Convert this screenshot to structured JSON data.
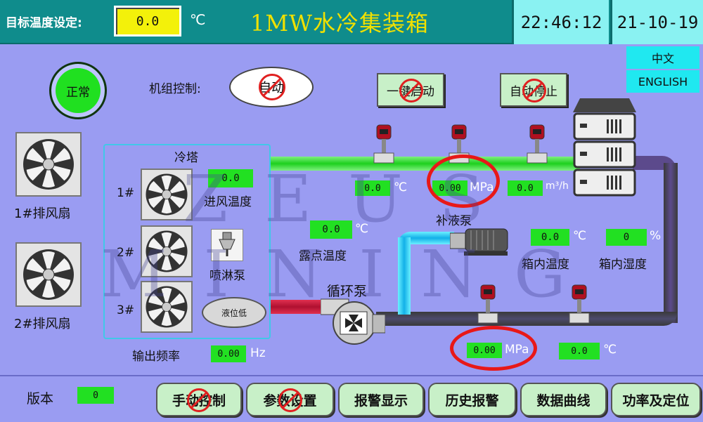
{
  "header": {
    "setpoint_label": "目标温度设定:",
    "setpoint_value": "0.0",
    "setpoint_unit": "℃",
    "title": "1MW水冷集装箱",
    "time": "22:46:12",
    "date": "21-10-19"
  },
  "language": {
    "zh": "中文",
    "en": "ENGLISH"
  },
  "status": {
    "lamp": "正常",
    "control_label": "机组控制:",
    "control_mode": "自动"
  },
  "buttons": {
    "start": "一键启动",
    "stop": "自动停止"
  },
  "exhaust_fans": [
    {
      "label": "1#排风扇"
    },
    {
      "label": "2#排风扇"
    }
  ],
  "cooling_tower": {
    "title": "冷塔",
    "fans": [
      "1#",
      "2#",
      "3#"
    ],
    "inlet_temp_value": "0.0",
    "inlet_temp_label": "进风温度",
    "spray_pump_label": "喷淋泵",
    "level_label": "液位低",
    "freq_label": "输出频率",
    "freq_value": "0.00",
    "freq_unit": "Hz"
  },
  "top_line": {
    "temp_value": "0.0",
    "temp_unit": "℃",
    "pressure_value": "0.00",
    "pressure_unit": "MPa",
    "flow_value": "0.0",
    "flow_unit": "m³/h"
  },
  "dew_point": {
    "value": "0.0",
    "unit": "℃",
    "label": "露点温度"
  },
  "makeup_pump_label": "补液泵",
  "cabinet": {
    "temp_value": "0.0",
    "temp_unit": "℃",
    "temp_label": "箱内温度",
    "hum_value": "0",
    "hum_unit": "%",
    "hum_label": "箱内湿度"
  },
  "circulation_pump_label": "循环泵",
  "bottom_line": {
    "pressure_value": "0.00",
    "pressure_unit": "MPa",
    "temp_value": "0.0",
    "temp_unit": "℃"
  },
  "version": {
    "label": "版本",
    "value": "0"
  },
  "nav": [
    "手动控制",
    "参数设置",
    "报警显示",
    "历史报警",
    "数据曲线",
    "功率及定位"
  ],
  "watermark": "ZEUS MINING",
  "colors": {
    "background": "#9a9cf2",
    "header": "#0f8c8c",
    "value_green": "#22e022",
    "highlight_ring": "#e81818"
  }
}
